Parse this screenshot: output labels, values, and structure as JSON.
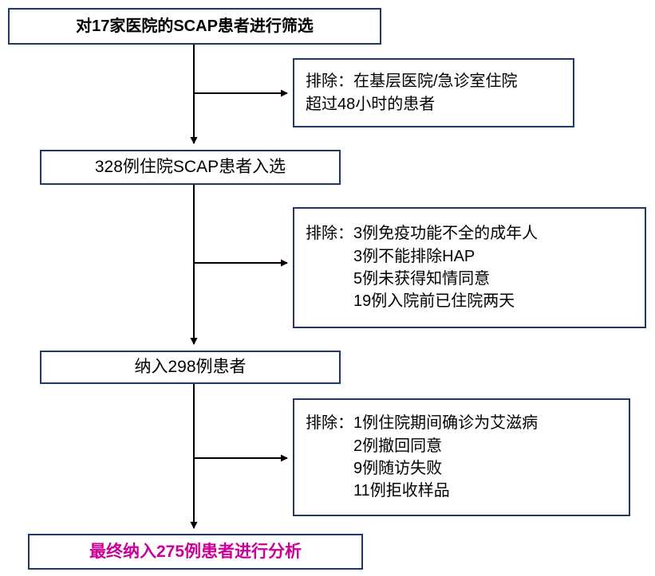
{
  "diagram": {
    "title_text": "对17家医院的SCAP患者进行筛选",
    "colors": {
      "border": "#1F3864",
      "arrow": "#000000",
      "text": "#000000",
      "final_text": "#CC0099",
      "background": "#FFFFFF"
    },
    "nodes": [
      {
        "id": "screened",
        "label": "对17家医院的SCAP患者进行筛选",
        "style": "bold"
      },
      {
        "id": "enrolled",
        "label": "328例住院SCAP患者入选",
        "style": "normal"
      },
      {
        "id": "included",
        "label": "纳入298例患者",
        "style": "normal"
      },
      {
        "id": "final",
        "label": "最终纳入275例患者进行分析",
        "style": "final"
      }
    ],
    "exclusions": [
      {
        "id": "exclusion-1",
        "label": "排除：",
        "lines": [
          "排除：在基层医院/急诊室住院",
          "超过48小时的患者"
        ],
        "items": [
          "在基层医院/急诊室住院",
          "超过48小时的患者"
        ]
      },
      {
        "id": "exclusion-2",
        "label": "排除：",
        "items": [
          "3例免疫功能不全的成年人",
          "3例不能排除HAP",
          "5例未获得知情同意",
          "19例入院前已住院两天"
        ]
      },
      {
        "id": "exclusion-3",
        "label": "排除：",
        "items": [
          "1例住院期间确诊为艾滋病",
          "2例撤回同意",
          "9例随访失败",
          "11例拒收样品"
        ]
      }
    ],
    "arrows": [
      {
        "id": "arrow-screened-to-enrolled",
        "type": "vertical-down"
      },
      {
        "id": "arrow-branch-exclusion-1",
        "type": "horizontal-right"
      },
      {
        "id": "arrow-enrolled-to-included",
        "type": "vertical-down"
      },
      {
        "id": "arrow-branch-exclusion-2",
        "type": "horizontal-right"
      },
      {
        "id": "arrow-included-to-final",
        "type": "vertical-down"
      },
      {
        "id": "arrow-branch-exclusion-3",
        "type": "horizontal-right"
      }
    ]
  }
}
